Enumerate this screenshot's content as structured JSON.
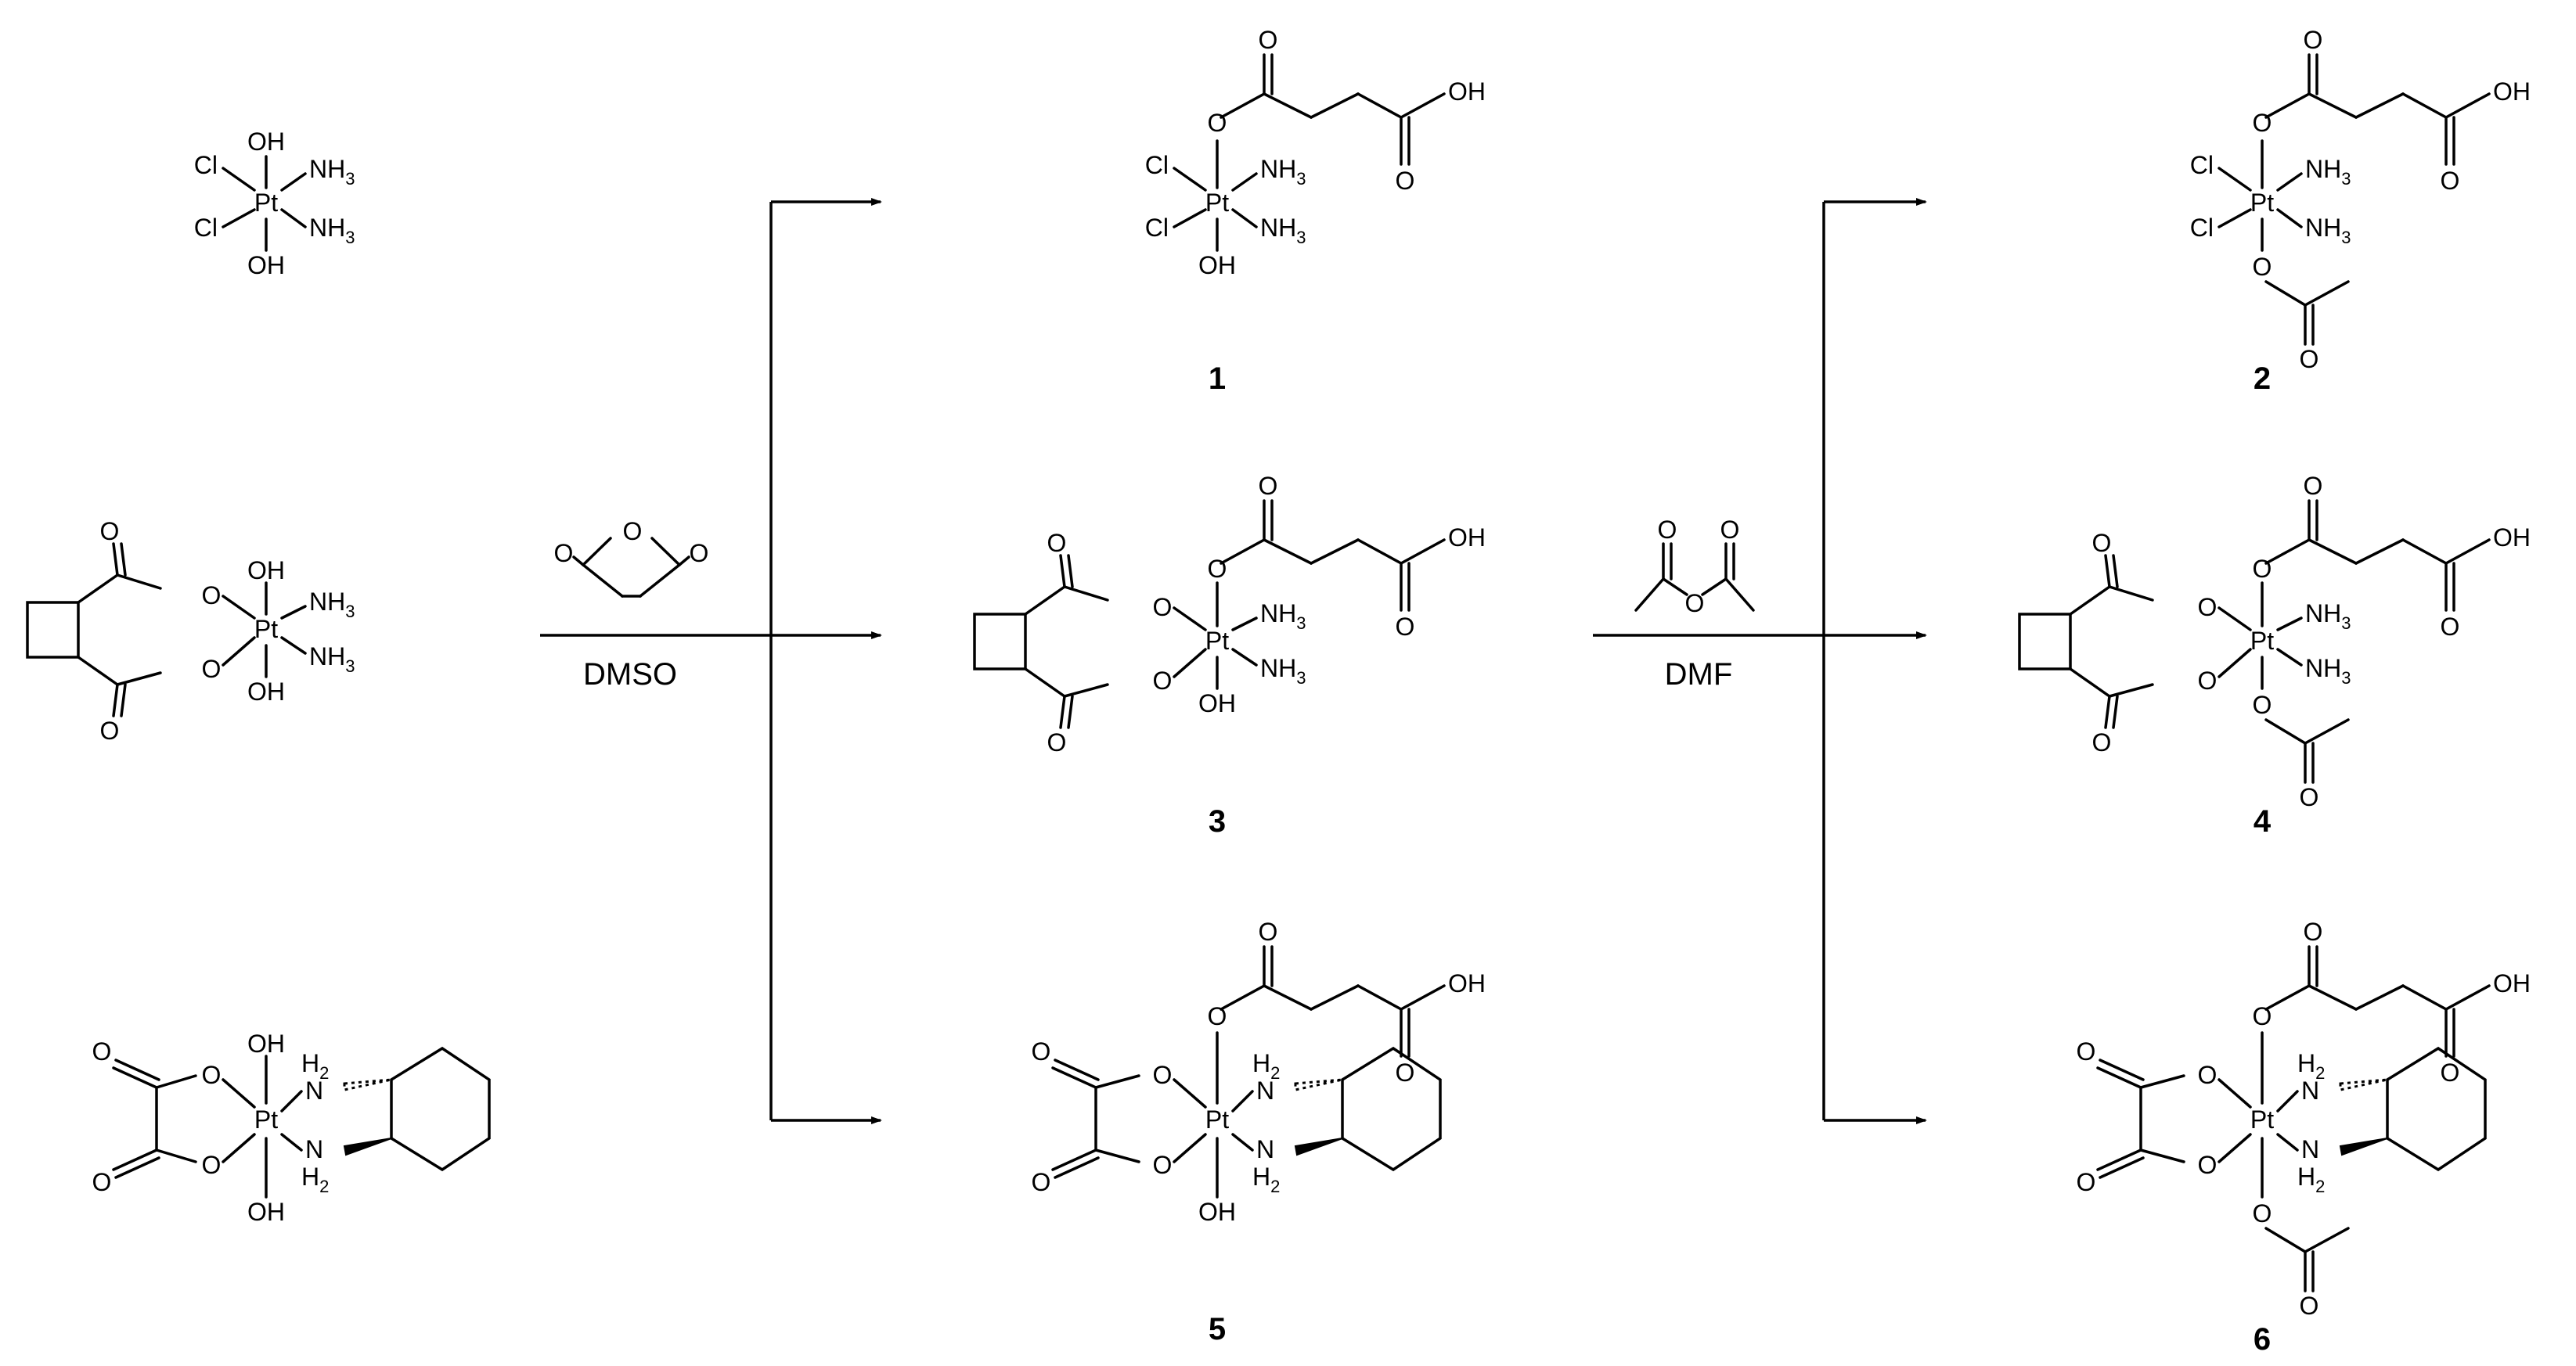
{
  "colors": {
    "ink": "#000000",
    "background": "#ffffff"
  },
  "atoms": {
    "pt": "Pt",
    "cl": "Cl",
    "oh": "OH",
    "nh": "NH",
    "n": "N",
    "h": "H",
    "o": "O",
    "sub2": "2",
    "sub3": "3"
  },
  "reagents": {
    "step1_solvent": "DMSO",
    "step2_solvent": "DMF"
  },
  "compounds": {
    "c1": "1",
    "c2": "2",
    "c3": "3",
    "c4": "4",
    "c5": "5",
    "c6": "6"
  }
}
